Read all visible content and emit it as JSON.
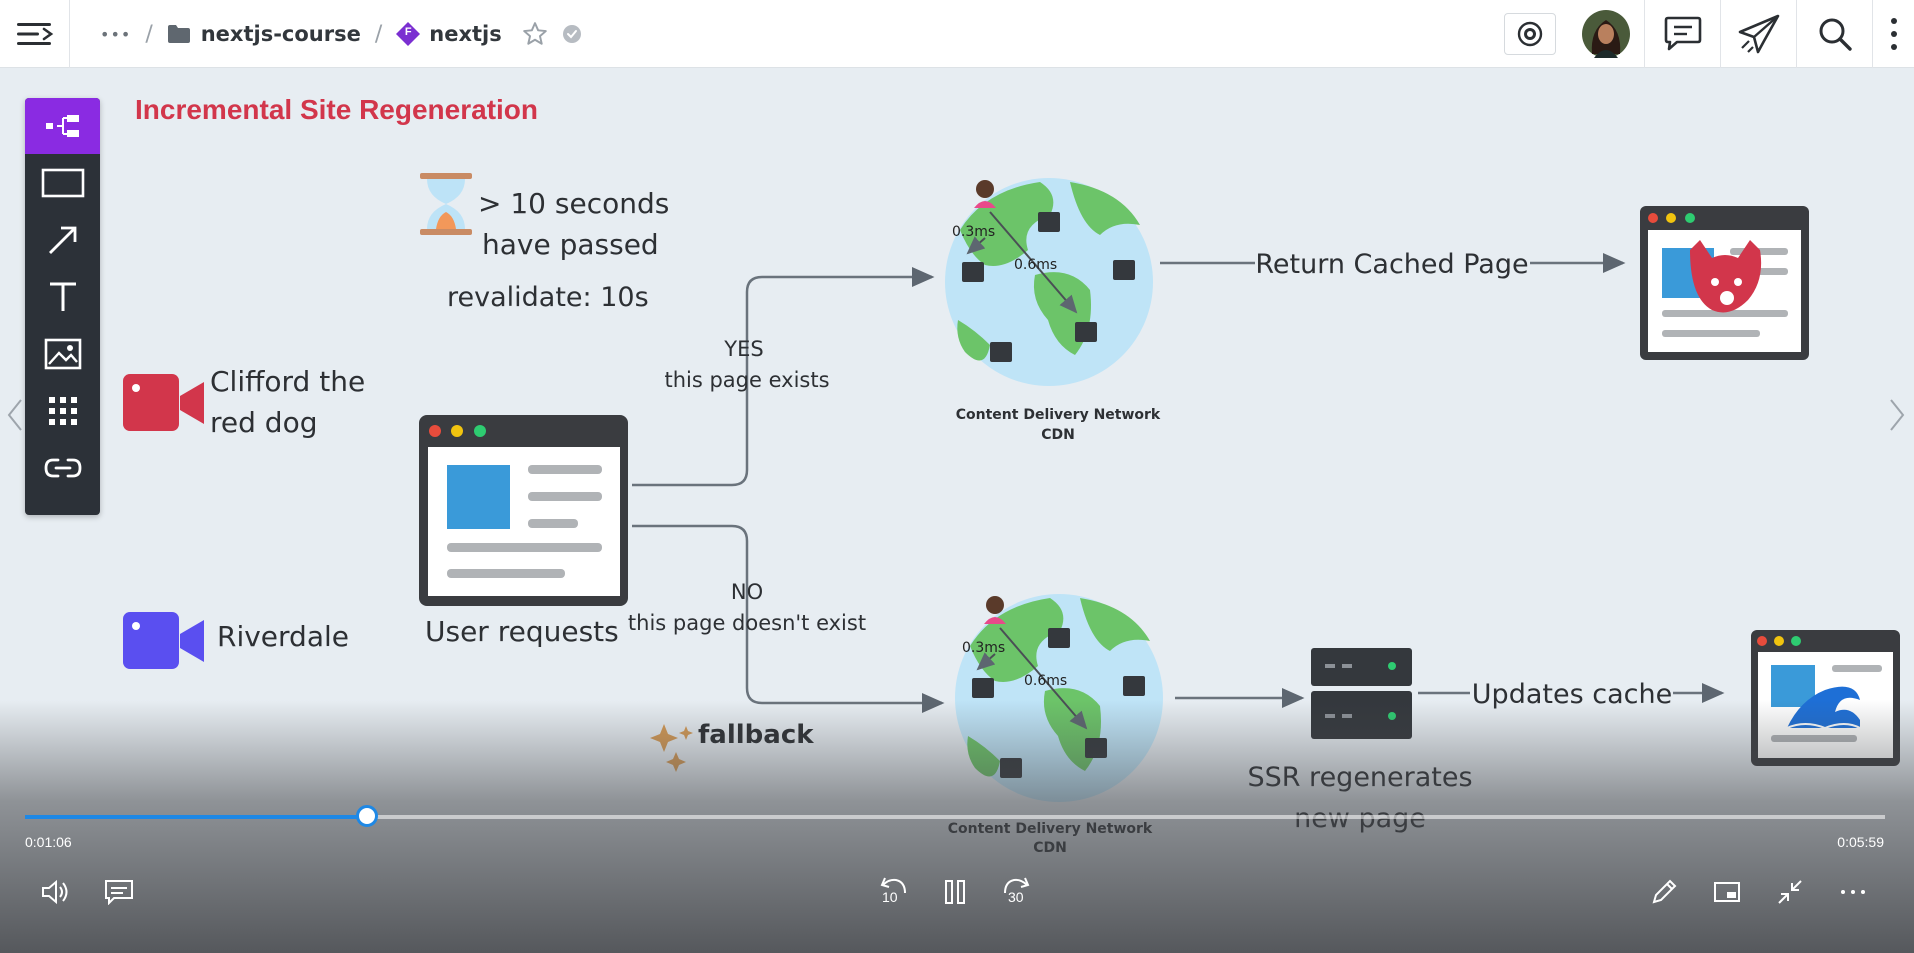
{
  "breadcrumb": {
    "more": "•••",
    "folder": "nextjs-course",
    "file_badge": "F",
    "file": "nextjs"
  },
  "diagram": {
    "title": "Incremental Site Regeneration",
    "timer_line1": "> 10 seconds",
    "timer_line2": "have passed",
    "revalidate": "revalidate: 10s",
    "item1_line1": "Clifford the",
    "item1_line2": "red dog",
    "item2": "Riverdale",
    "user_requests": "User requests",
    "yes_label": "YES",
    "yes_sub": "this page exists",
    "no_label": "NO",
    "no_sub": "this page doesn't exist",
    "fallback": "fallback",
    "cdn_line1": "Content Delivery Network",
    "cdn_line2": "CDN",
    "latency_a": "0.3ms",
    "latency_b": "0.6ms",
    "return_cached": "Return Cached Page",
    "ssr_line1": "SSR regenerates",
    "ssr_line2": "new page",
    "updates_cache": "Updates cache"
  },
  "player": {
    "current_time": "0:01:06",
    "total_time": "0:05:59",
    "progress": 0.184,
    "rewind_seconds": "10",
    "forward_seconds": "30"
  },
  "colors": {
    "accent_purple": "#8a2be2",
    "title_red": "#d2364b",
    "progress_blue": "#1e88e5"
  },
  "icons": [
    "menu-icon",
    "folder-icon",
    "star-icon",
    "verified-icon",
    "presence-icon",
    "avatar",
    "comments-icon",
    "share-icon",
    "search-icon",
    "more-vertical-icon",
    "select-tool-icon",
    "rectangle-tool-icon",
    "arrow-tool-icon",
    "text-tool-icon",
    "image-tool-icon",
    "grid-tool-icon",
    "link-tool-icon",
    "volume-icon",
    "captions-icon",
    "rewind-icon",
    "pause-icon",
    "forward-icon",
    "pen-icon",
    "miniplayer-icon",
    "exit-fullscreen-icon",
    "more-horizontal-icon"
  ]
}
